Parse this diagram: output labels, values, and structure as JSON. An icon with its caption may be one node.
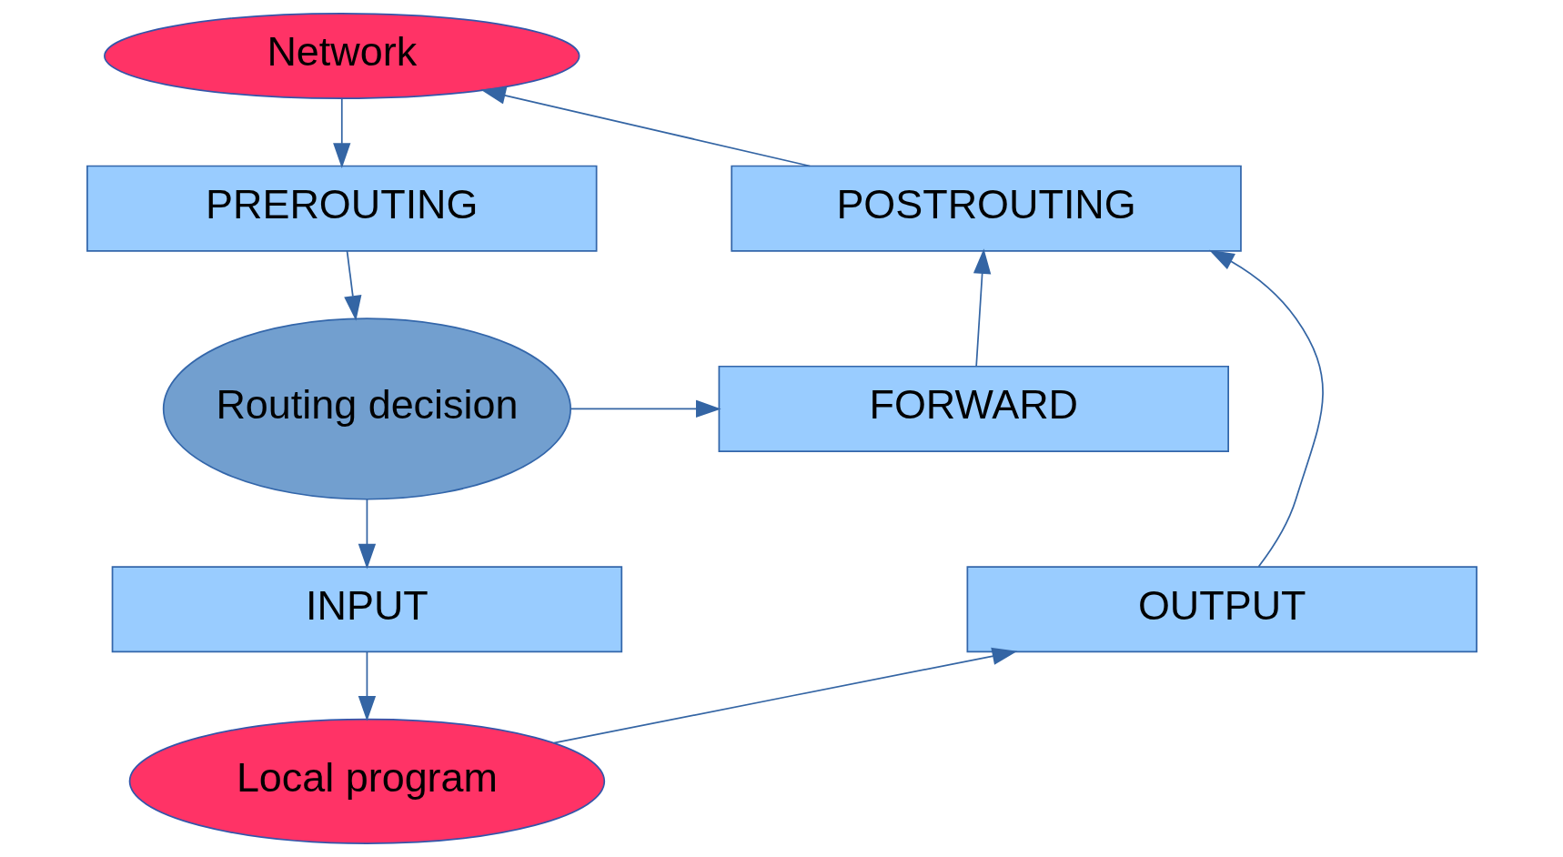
{
  "diagram": {
    "nodes": [
      {
        "text": [
          "Network"
        ]
      },
      {
        "text": [
          "PREROUTING"
        ]
      },
      {
        "text": [
          "POSTROUTING"
        ]
      },
      {
        "text": [
          "Routing decision"
        ]
      },
      {
        "text": [
          "FORWARD"
        ]
      },
      {
        "text": [
          "INPUT"
        ]
      },
      {
        "text": [
          "OUTPUT"
        ]
      },
      {
        "text": [
          "Local program"
        ]
      }
    ],
    "edges": [
      {
        "from": 0,
        "to": 1,
        "arrow": "to"
      },
      {
        "from": 1,
        "to": 3,
        "arrow": "to"
      },
      {
        "from": 3,
        "to": 4,
        "arrow": "to"
      },
      {
        "from": 3,
        "to": 5,
        "arrow": "to"
      },
      {
        "from": 5,
        "to": 7,
        "arrow": "to"
      },
      {
        "from": 7,
        "to": 6,
        "arrow": "to"
      },
      {
        "from": 6,
        "to": 2,
        "arrow": "to"
      },
      {
        "from": 4,
        "to": 2,
        "arrow": "to"
      },
      {
        "from": 2,
        "to": 0,
        "arrow": "to"
      }
    ]
  }
}
